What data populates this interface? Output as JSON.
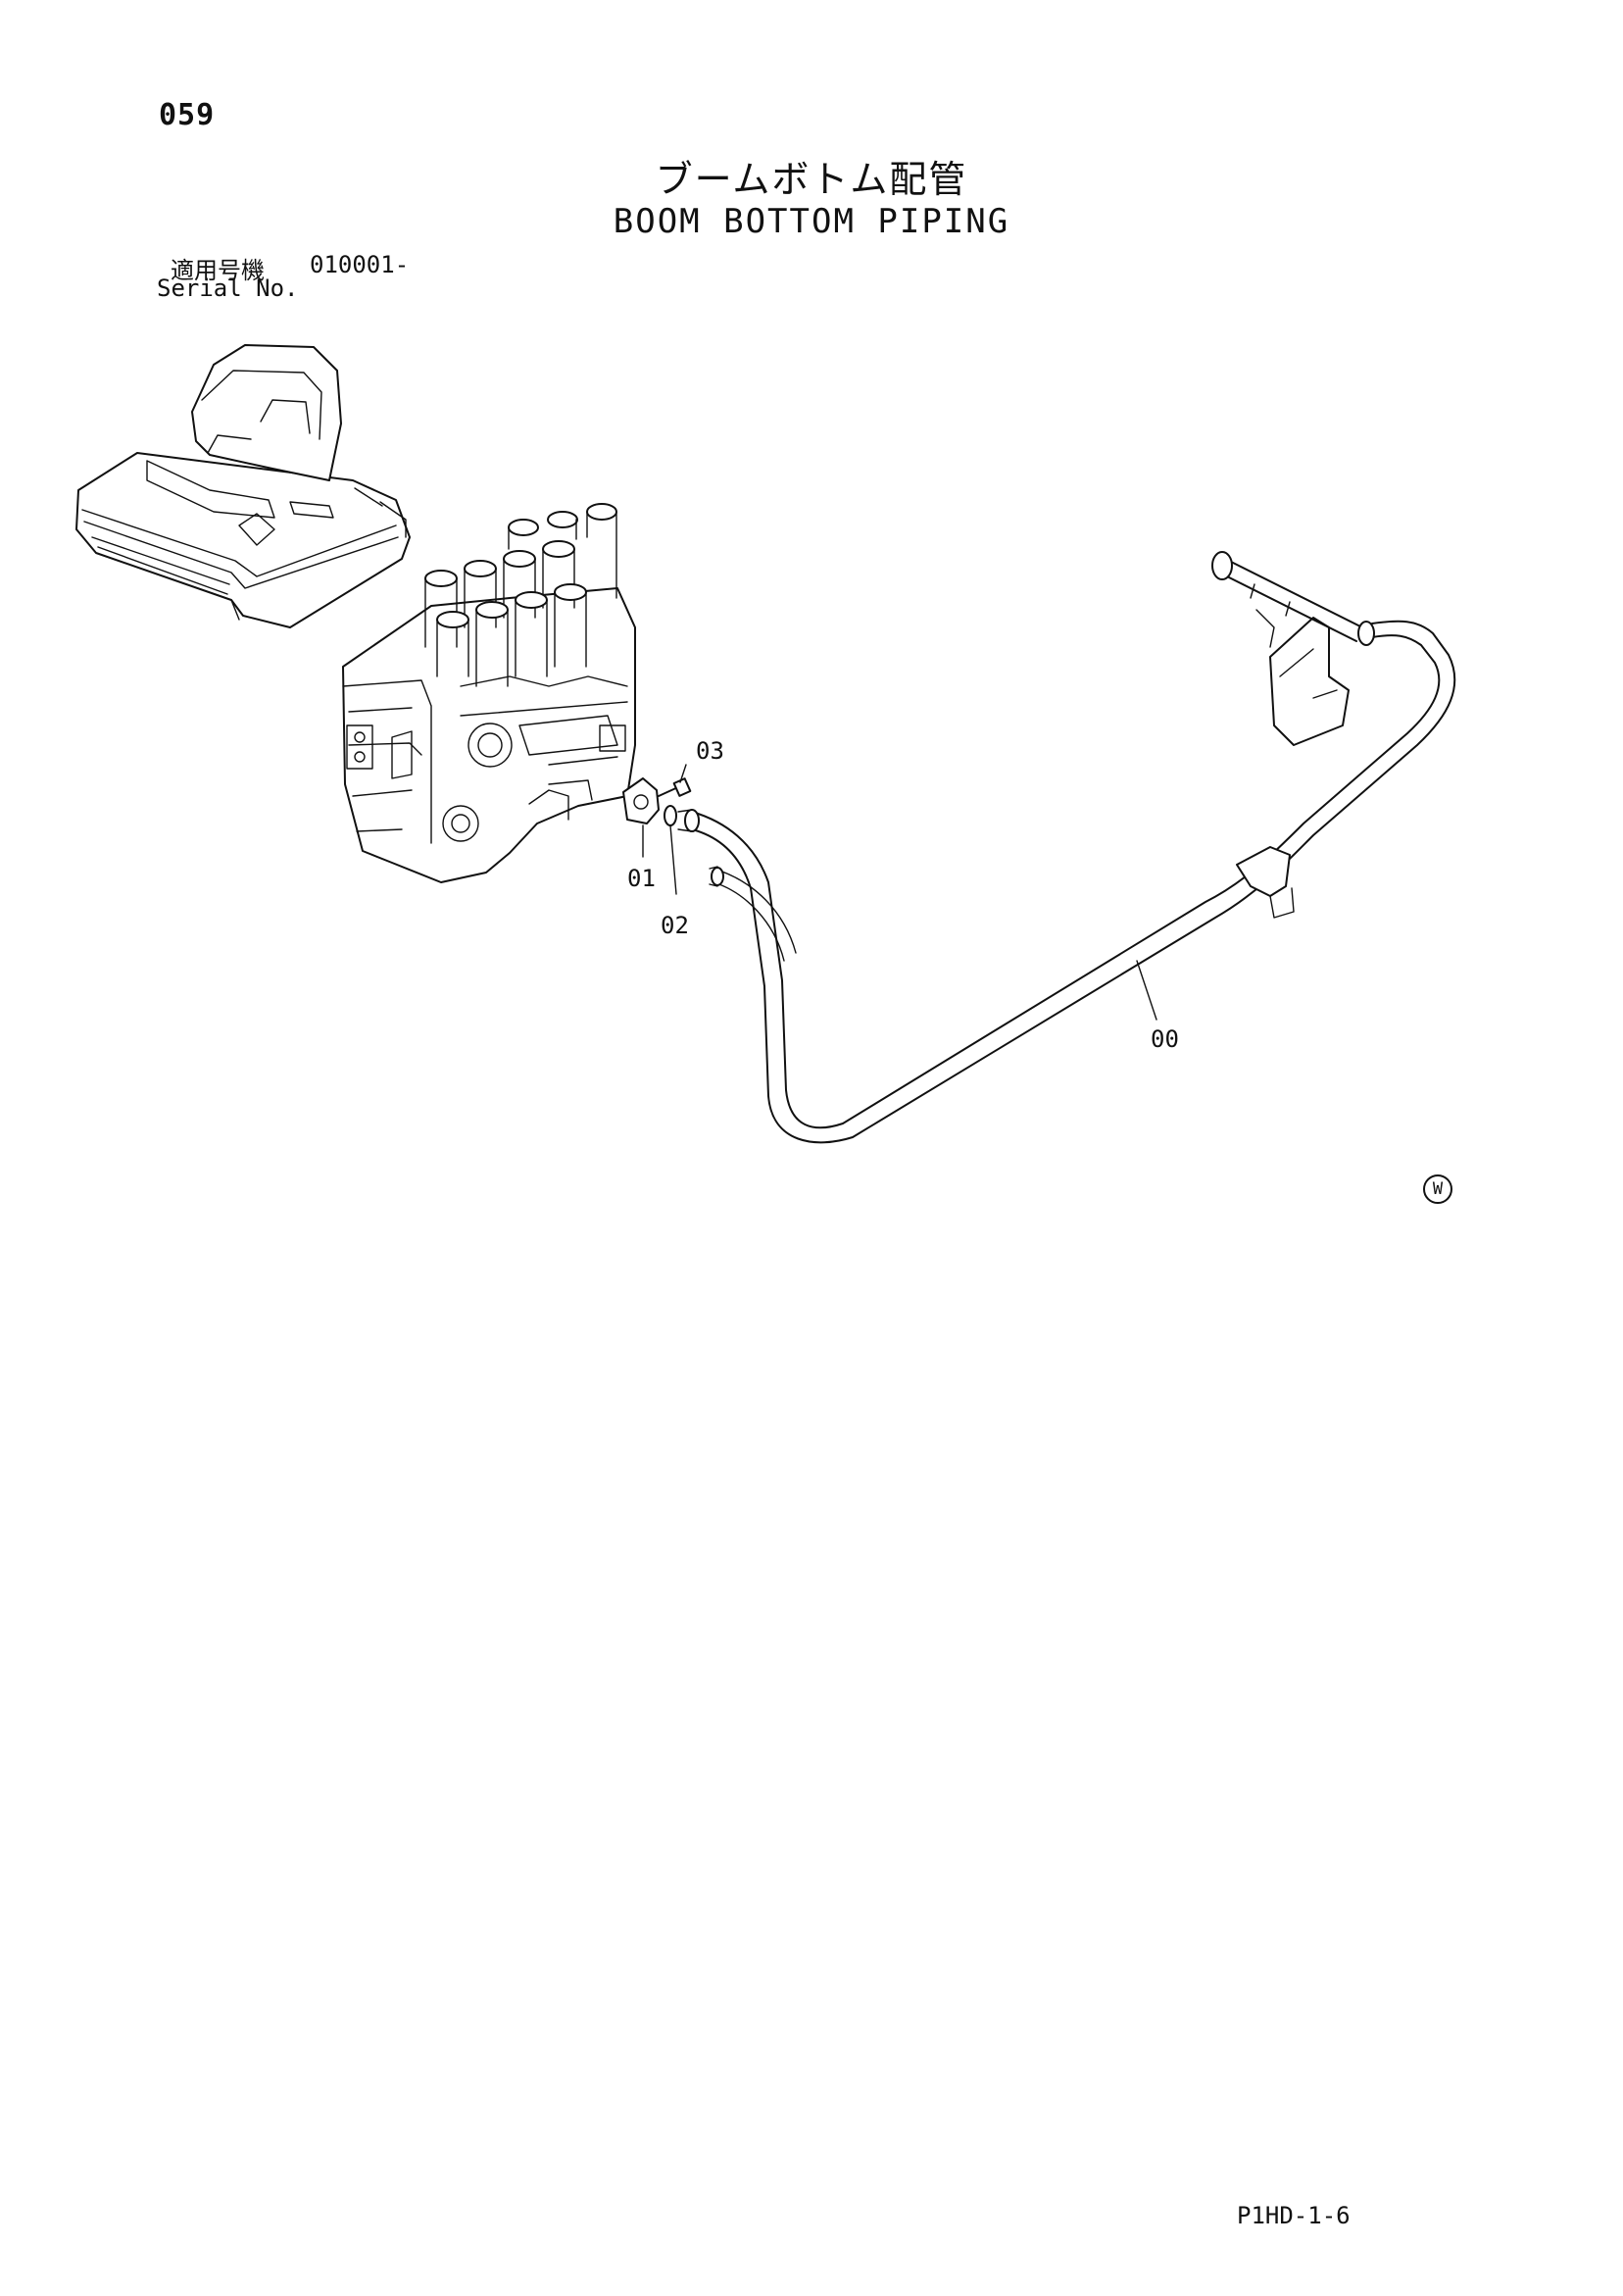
{
  "header": {
    "page_number": "059",
    "title_jp": "ブームボトム配管",
    "title_en": "BOOM BOTTOM PIPING",
    "serial_label_jp": "適用号機",
    "serial_value": "010001-",
    "serial_label_en": "Serial No."
  },
  "callouts": [
    {
      "id": "00",
      "label": "00"
    },
    {
      "id": "01",
      "label": "01"
    },
    {
      "id": "02",
      "label": "02"
    },
    {
      "id": "03",
      "label": "03"
    }
  ],
  "footer": {
    "watermark": "W",
    "doc_code": "P1HD-1-6"
  },
  "icons": {
    "machine": "excavator-overview-icon",
    "valve": "control-valve-drawing",
    "pipe": "boom-bottom-pipe-drawing"
  }
}
